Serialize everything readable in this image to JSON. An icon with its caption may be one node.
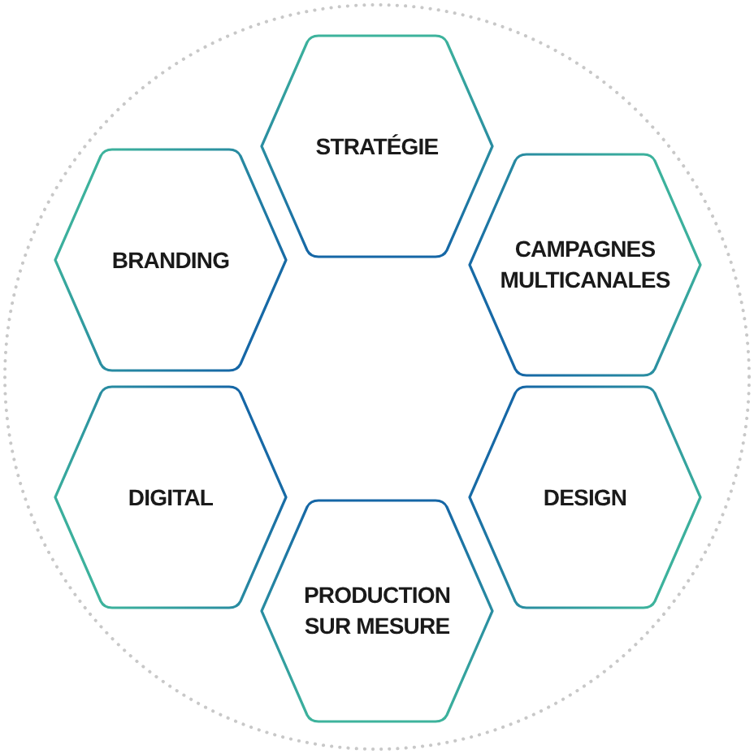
{
  "diagram": {
    "nodes": [
      {
        "text": [
          "STRATÉGIE"
        ]
      },
      {
        "text": [
          "CAMPAGNES MULTICANALES"
        ]
      },
      {
        "text": [
          "DESIGN"
        ]
      },
      {
        "text": [
          "PRODUCTION SUR MESURE"
        ]
      },
      {
        "text": [
          "DIGITAL"
        ]
      },
      {
        "text": [
          "BRANDING"
        ]
      }
    ]
  }
}
